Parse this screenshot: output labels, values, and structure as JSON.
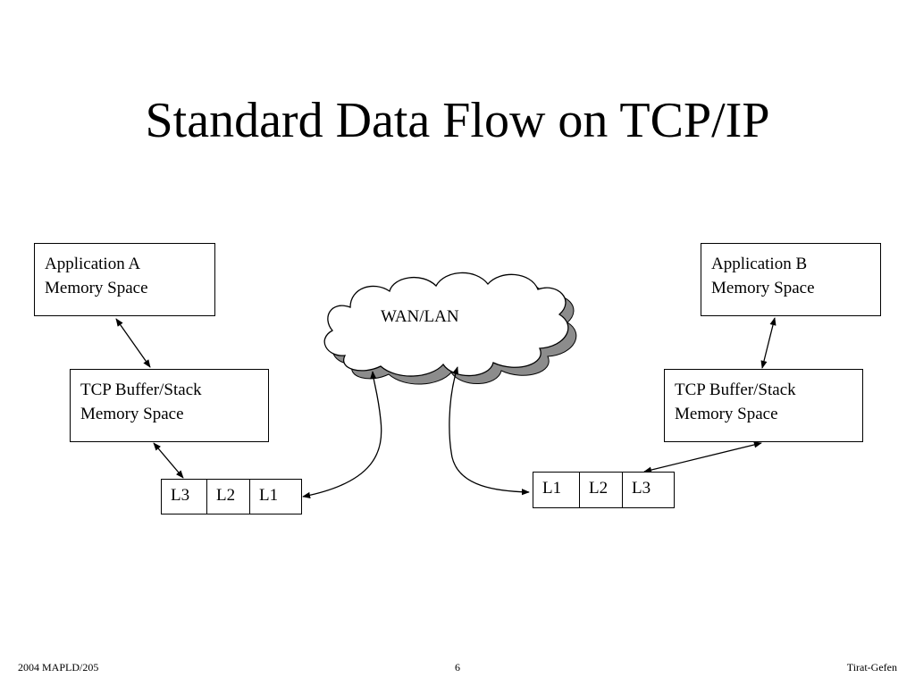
{
  "title": "Standard Data Flow on TCP/IP",
  "app_a": {
    "line1": "Application A",
    "line2": "Memory Space"
  },
  "app_b": {
    "line1": "Application B",
    "line2": "Memory Space"
  },
  "tcp_a": {
    "line1": "TCP Buffer/Stack",
    "line2": "Memory Space"
  },
  "tcp_b": {
    "line1": "TCP Buffer/Stack",
    "line2": "Memory Space"
  },
  "network": {
    "label": "WAN/LAN"
  },
  "packet_left": {
    "cells": [
      "L3",
      "L2",
      "L1"
    ]
  },
  "packet_right": {
    "cells": [
      "L1",
      "L2",
      "L3"
    ]
  },
  "footer": {
    "left": "2004 MAPLD/205",
    "center": "6",
    "right": "Tirat-Gefen"
  }
}
